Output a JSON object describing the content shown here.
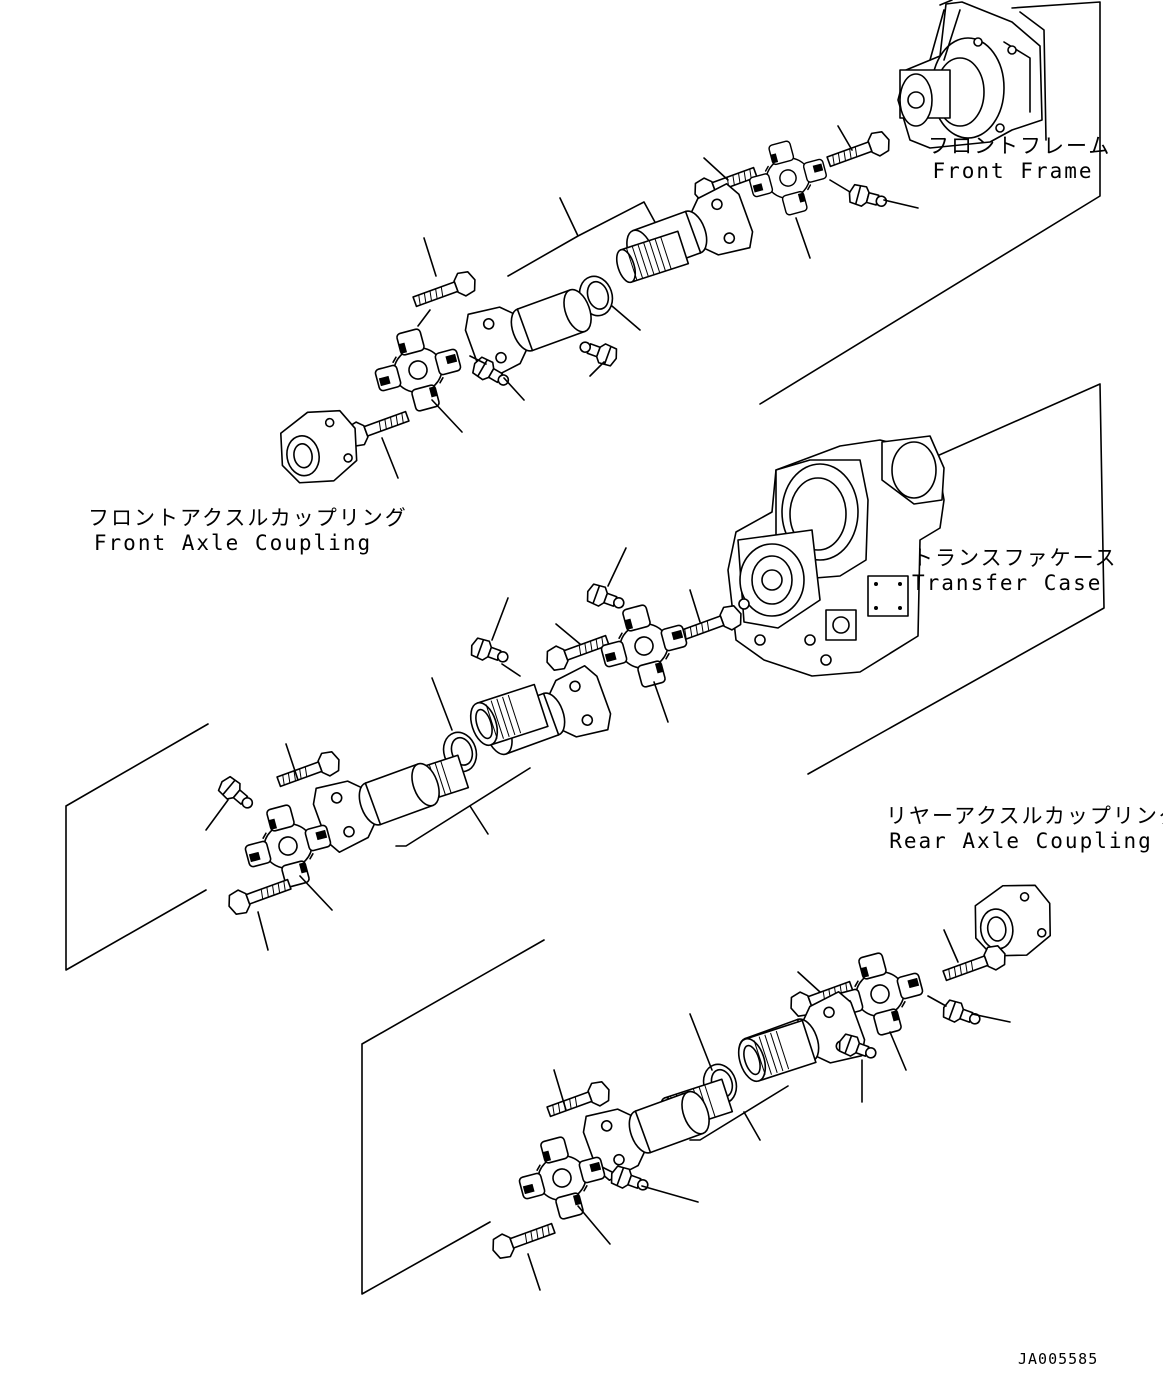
{
  "labels": {
    "front_frame_ja": "フロントフレーム",
    "front_frame_en": "Front Frame",
    "front_axle_ja": "フロントアクスルカップリング",
    "front_axle_en": "Front Axle Coupling",
    "transfer_ja": "トランスファケース",
    "transfer_en": "Transfer Case",
    "rear_axle_ja": "リヤーアクスルカップリング",
    "rear_axle_en": "Rear Axle Coupling"
  },
  "drawing_id": "JA005585"
}
